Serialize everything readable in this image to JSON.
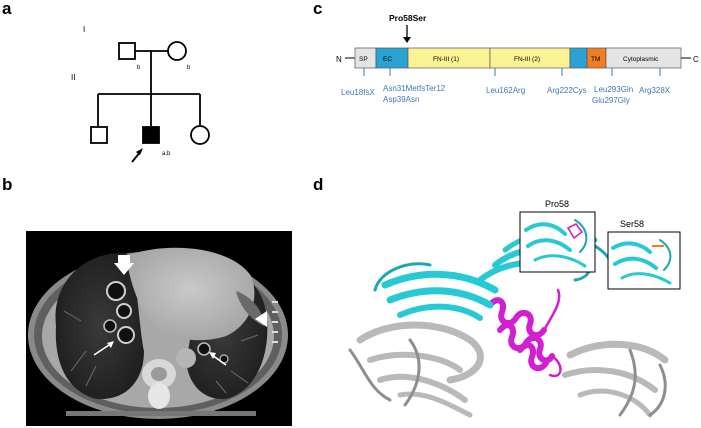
{
  "panels": {
    "a": {
      "letter": "a",
      "generations": [
        "I",
        "II"
      ],
      "father_mark": "b",
      "mother_mark": "b",
      "proband_mark": "a,b"
    },
    "b": {
      "letter": "b"
    },
    "c": {
      "letter": "c",
      "variant_top": "Pro58Ser",
      "n_term": "N",
      "c_term": "C",
      "domains": [
        {
          "label": "SP",
          "color": "#e4e4e4"
        },
        {
          "label": "EC",
          "color": "#2aa2d4"
        },
        {
          "label": "FN-III (1)",
          "color": "#fbf195"
        },
        {
          "label": "FN-III (2)",
          "color": "#fbf195"
        },
        {
          "label": "",
          "color": "#2aa2d4"
        },
        {
          "label": "TM",
          "color": "#f07d21"
        },
        {
          "label": "Cytoplasmic",
          "color": "#e4e4e4"
        }
      ],
      "variants": [
        "Leu18fsX",
        "Asn31MetfsTer12",
        "Asp39Asn",
        "Leu162Arg",
        "Arg222Cys",
        "Leu293Gln",
        "Glu297Gly",
        "Arg328X"
      ],
      "variant_color": "#3b78b5"
    },
    "d": {
      "letter": "d",
      "inset_wt": "Pro58",
      "inset_mut": "Ser58"
    }
  }
}
